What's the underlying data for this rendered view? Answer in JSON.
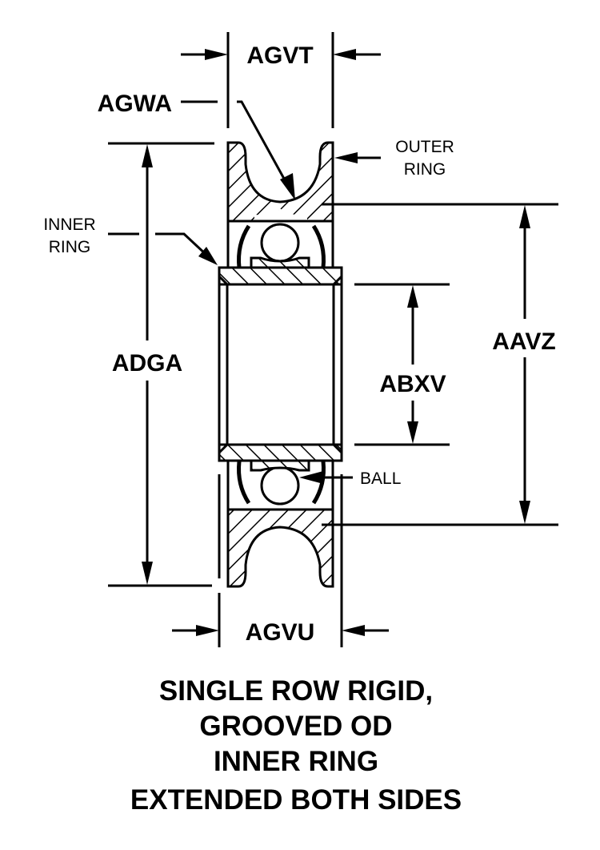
{
  "diagram": {
    "dimension_labels": {
      "agvt": "AGVT",
      "agwa": "AGWA",
      "adga": "ADGA",
      "aavz": "AAVZ",
      "abxv": "ABXV",
      "agvu": "AGVU"
    },
    "part_labels": {
      "outer_ring_line1": "OUTER",
      "outer_ring_line2": "RING",
      "inner_ring_line1": "INNER",
      "inner_ring_line2": "RING",
      "ball": "BALL"
    },
    "caption": {
      "line1": "SINGLE ROW RIGID,",
      "line2": "GROOVED OD",
      "line3": "INNER RING",
      "line4": "EXTENDED BOTH SIDES"
    }
  }
}
